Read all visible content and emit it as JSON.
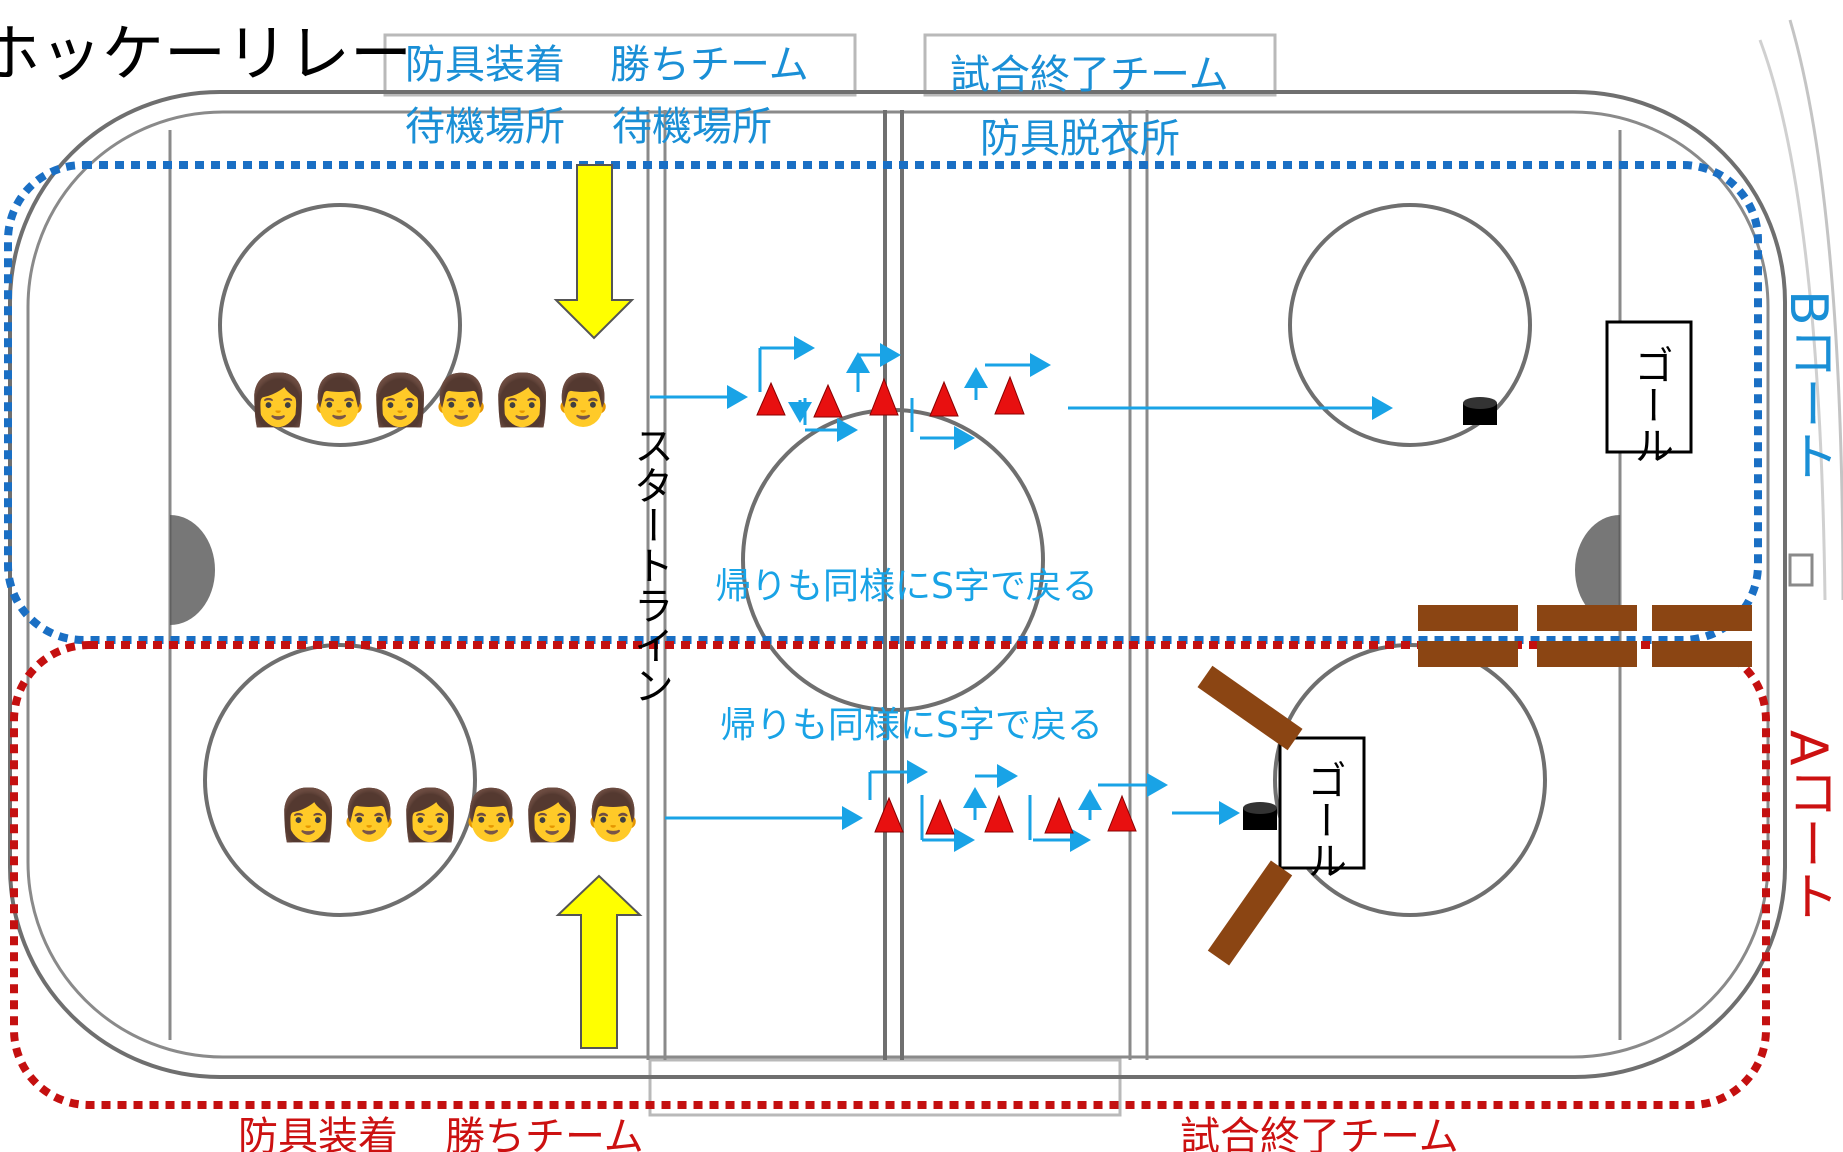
{
  "title": "ホッケーリレー",
  "top_labels": {
    "protect_equip_line1": "防具装着",
    "protect_equip_line2": "待機場所",
    "winning_team_line1": "勝ちチーム",
    "winning_team_line2": "待機場所",
    "finished_team_line1": "試合終了チーム",
    "finished_team_line2": "防具脱衣所"
  },
  "bottom_labels": {
    "protect_equip": "防具装着",
    "winning_team": "勝ちチーム",
    "finished_team": "試合終了チーム"
  },
  "start_line": "スタートライン",
  "return_note_b": "帰りも同様にS字で戻る",
  "return_note_a": "帰りも同様にS字で戻る",
  "goal_label_b": "ゴール",
  "goal_label_a": "ゴール",
  "court_b_label": "Bコート",
  "court_a_label": "Aコート",
  "team_b_players": [
    "👩",
    "👨",
    "👩",
    "👨",
    "👩",
    "👨"
  ],
  "team_a_players": [
    "👩",
    "👨",
    "👩",
    "👨",
    "👩",
    "👨"
  ],
  "colors": {
    "court_b": "#1a6fc4",
    "court_a": "#c41010",
    "arrow_yellow": "#ffff00",
    "cone_red": "#e81010",
    "path_cyan": "#19a3e6",
    "bench_brown": "#8b4513"
  },
  "icons": {
    "cone": "cone-icon",
    "puck": "puck-icon",
    "arrow": "yellow-arrow-icon"
  }
}
